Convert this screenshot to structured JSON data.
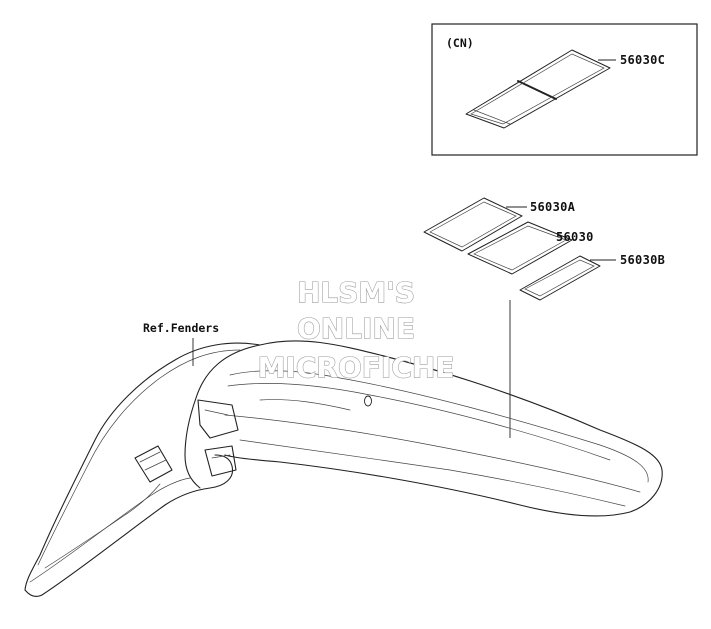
{
  "inset": {
    "tag": "(CN)",
    "part": "56030C"
  },
  "parts": {
    "p56030A": "56030A",
    "p56030": "56030",
    "p56030B": "56030B"
  },
  "reference": "Ref.Fenders",
  "watermark": {
    "line1": "HLSM'S",
    "line2": "ONLINE",
    "line3": "MICROFICHE"
  }
}
